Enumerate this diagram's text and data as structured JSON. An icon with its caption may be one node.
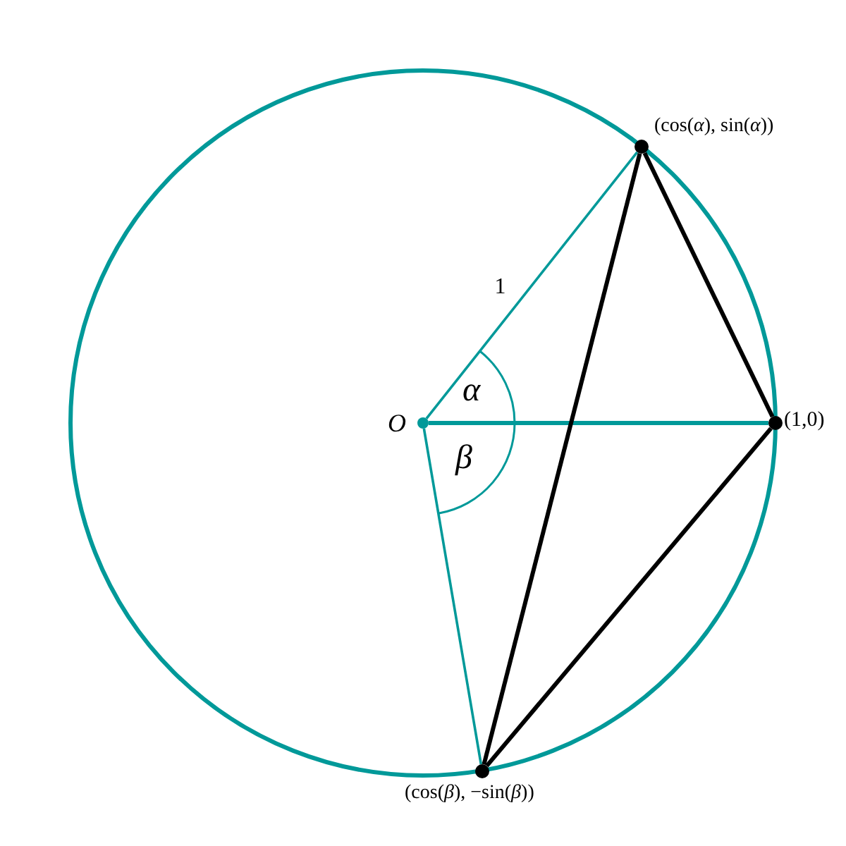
{
  "diagram": {
    "nodes": [
      {
        "text": [
          "O"
        ]
      },
      {
        "text": [
          "(cos(*α*), sin(*α*))"
        ]
      },
      {
        "text": [
          "(1,0)"
        ]
      },
      {
        "text": [
          "(cos(*β*), −sin(*β*))"
        ]
      }
    ],
    "edges": [
      {
        "from": 0,
        "to": 1,
        "arrow": "none",
        "label": "1",
        "color": "#009999"
      },
      {
        "from": 0,
        "to": 2,
        "arrow": "none",
        "color": "#009999"
      },
      {
        "from": 0,
        "to": 3,
        "arrow": "none",
        "color": "#009999"
      },
      {
        "from": 1,
        "to": 2,
        "arrow": "none",
        "color": "#000000"
      },
      {
        "from": 1,
        "to": 3,
        "arrow": "none",
        "color": "#000000"
      },
      {
        "from": 3,
        "to": 2,
        "arrow": "none",
        "color": "#000000"
      }
    ],
    "labels": [
      "α",
      "β"
    ]
  }
}
